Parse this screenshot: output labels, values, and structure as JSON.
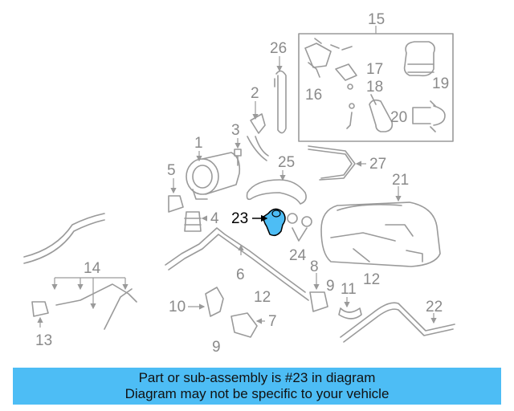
{
  "diagram": {
    "highlight_color": "#4dbdf5",
    "highlighted_part": "23",
    "callouts": {
      "c1": "1",
      "c2": "2",
      "c3": "3",
      "c4": "4",
      "c5": "5",
      "c6": "6",
      "c7": "7",
      "c8": "8",
      "c9a": "9",
      "c9b": "9",
      "c10": "10",
      "c11": "11",
      "c12a": "12",
      "c12b": "12",
      "c13": "13",
      "c14": "14",
      "c15": "15",
      "c16": "16",
      "c17": "17",
      "c18": "18",
      "c19": "19",
      "c20": "20",
      "c21": "21",
      "c22": "22",
      "c23": "23",
      "c24": "24",
      "c25": "25",
      "c26": "26",
      "c27": "27"
    }
  },
  "caption": {
    "line1": "Part or sub-assembly is #23 in diagram",
    "line2": "Diagram may not be specific to your vehicle",
    "background": "#4dbdf5"
  }
}
